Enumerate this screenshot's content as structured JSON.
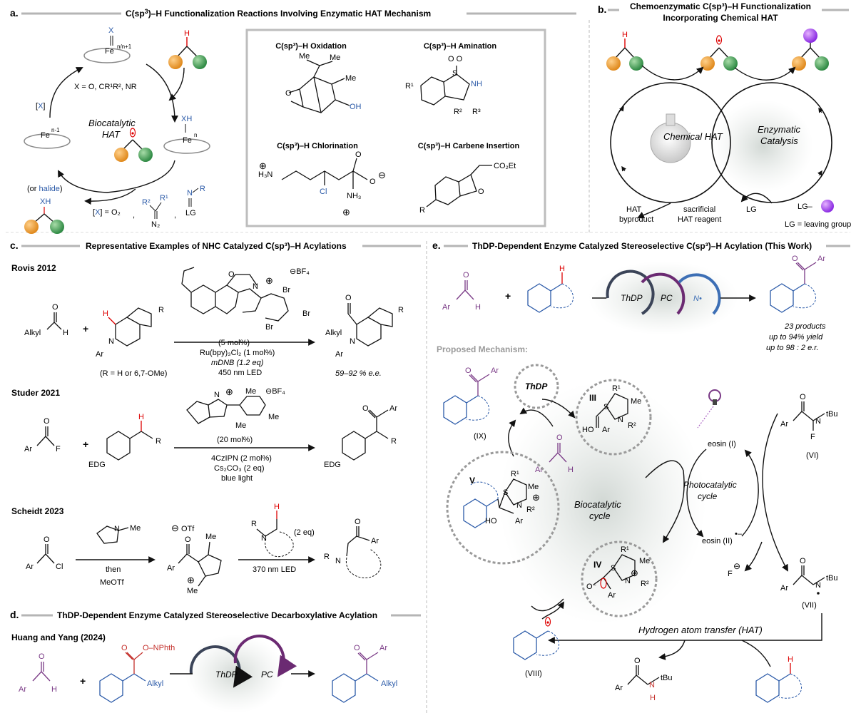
{
  "panels": {
    "a": {
      "letter": "a.",
      "title_pre": "C(sp",
      "title_sup": "3",
      "title_post": ")–H Functionalization Reactions Involving Enzymatic HAT Mechanism",
      "fe_x_ligand": "X",
      "fe_label": "Fe",
      "fe_top_ox": "n/n+1",
      "fe_left_ox": "n-1",
      "fe_right_ox": "n",
      "h_label": "H",
      "x_bracket": "X",
      "x_def": "X = O, CR¹R², NR",
      "biocat_line1": "Biocatalytic",
      "biocat_line2": "HAT",
      "xh_label": "XH",
      "or_text": "(or",
      "halide": "halide",
      "o2": "O₂",
      "r1": "R¹",
      "r2": "R²",
      "n2": "N₂",
      "n_label": "N",
      "r_label": "R",
      "lg_label": "LG",
      "ox_title": "C(sp³)–H Oxidation",
      "am_title": "C(sp³)–H Amination",
      "cl_title": "C(sp³)–H Chlorination",
      "cb_title": "C(sp³)–H Carbene Insertion",
      "ox_o": "O",
      "me": "Me",
      "oh": "OH",
      "o_o": "O   O",
      "s_label": "S",
      "nh": "NH",
      "r1sup": "R¹",
      "r2sup": "R²",
      "r3sup": "R³",
      "h3n": "H₃N",
      "cl": "Cl",
      "nh3": "NH₃",
      "o": "O",
      "co2et": "CO₂Et"
    },
    "b": {
      "letter": "b.",
      "title_line1": "Chemoenzymatic C(sp³)–H Functionalization",
      "title_line2": "Incorporating Chemical HAT",
      "chem_hat": "Chemical HAT",
      "enz_line1": "Enzymatic",
      "enz_line2": "Catalysis",
      "byprod1": "HAT",
      "byprod2": "byproduct",
      "sac1": "sacrificial",
      "sac2": "HAT reagent",
      "lg": "LG",
      "lg_dash": "LG–",
      "lg_def": "LG = leaving group"
    },
    "c": {
      "letter": "c.",
      "title": "Representative Examples of NHC Catalyzed C(sp³)–H Acylations",
      "rovis": "Rovis 2012",
      "studer": "Studer 2021",
      "scheidt": "Scheidt 2023",
      "alkyl": "Alkyl",
      "ar": "Ar",
      "n": "N",
      "br": "Br",
      "bf4": "⊖BF₄",
      "f": "F",
      "cl": "Cl",
      "edg": "EDG",
      "r_def": "(R = H or 6,7-OMe)",
      "rovis_mol": "(5 mol%)",
      "rovis_c1": "Ru(bpy)₃Cl₂ (1 mol%)",
      "rovis_c2": "mDNB (1.2 eq)",
      "rovis_c3": "450 nm LED",
      "rovis_ee": "59–92 % e.e.",
      "studer_mol": "(20 mol%)",
      "studer_c1": "4CzIPN (2 mol%)",
      "studer_c2": "Cs₂CO₃ (2 eq)",
      "studer_c3": "blue light",
      "then": "then",
      "meotf": "MeOTf",
      "otf": "OTf",
      "two_eq": "(2 eq)",
      "led370": "370 nm LED"
    },
    "d": {
      "letter": "d.",
      "title": "ThDP-Dependent Enzyme Catalyzed Stereoselective Decarboxylative Acylation",
      "authors": "Huang and Yang (2024)",
      "onphth": "O–NPhth",
      "thdp": "ThDP",
      "pc": "PC"
    },
    "e": {
      "letter": "e.",
      "title": "ThDP-Dependent Enzyme Catalyzed Stereoselective C(sp³)–H Acylation (This Work)",
      "thdp": "ThDP",
      "pc": "PC",
      "n_rad": "N•",
      "y1": "23 products",
      "y2": "up to 94% yield",
      "y3": "up to 98 : 2 e.r.",
      "mechanism": "Proposed Mechanism:",
      "l_ix": "(IX)",
      "l_iii": "III",
      "l_v": "V",
      "l_iv": "IV",
      "l_vi": "(VI)",
      "l_vii": "(VII)",
      "l_viii": "(VIII)",
      "ho": "HO",
      "o_minus": "O⁻",
      "tbu": "tBu",
      "bio1": "Biocatalytic",
      "bio2": "cycle",
      "photo1": "Photocatalytic",
      "photo2": "cycle",
      "eosin_i": "eosin (I)",
      "eosin_ii": "eosin (II)",
      "eosin_ii_sign": "•–",
      "hat_label": "Hydrogen atom transfer (HAT)"
    }
  }
}
